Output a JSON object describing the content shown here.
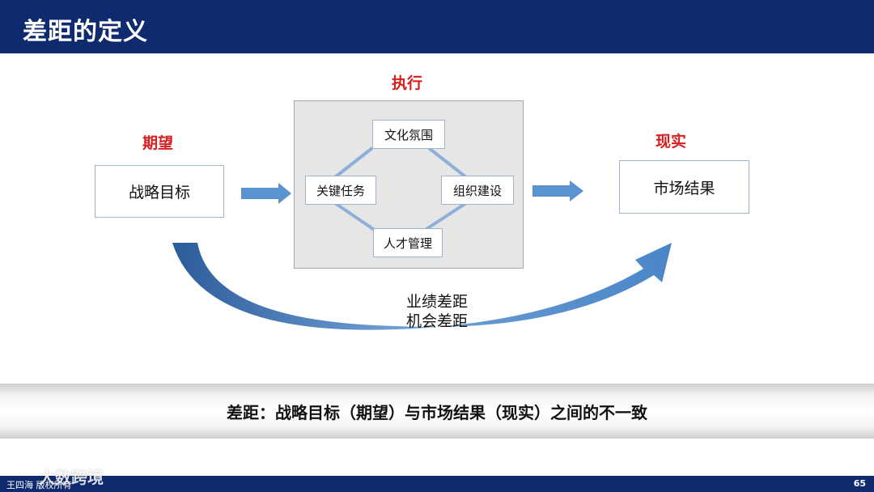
{
  "header": {
    "title": "差距的定义"
  },
  "labels": {
    "expectation": "期望",
    "execution": "执行",
    "reality": "现实"
  },
  "boxes": {
    "strategic_goal": "战略目标",
    "market_result": "市场结果"
  },
  "execution_nodes": {
    "top": "文化氛围",
    "left": "关键任务",
    "right": "组织建设",
    "bottom": "人才管理"
  },
  "gaps": {
    "line1": "业绩差距",
    "line2": "机会差距"
  },
  "definition": "差距：战略目标（期望）与市场结果（现实）之间的不一致",
  "footer": {
    "left": "王四海 版权所有",
    "page": "65"
  },
  "watermark": "大数跨境",
  "colors": {
    "header": "#0f2a6e",
    "accent_red": "#d81e1e",
    "arrow_blue": "#4a86c8"
  }
}
